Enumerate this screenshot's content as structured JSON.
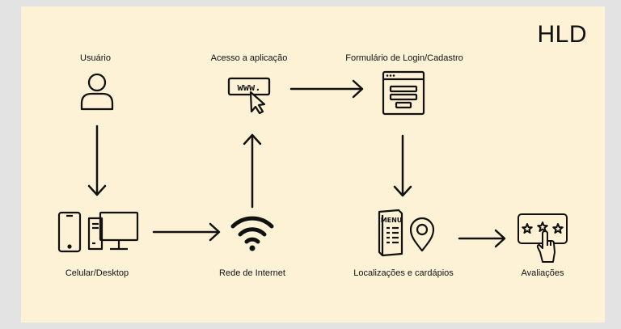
{
  "diagram": {
    "title": "HLD",
    "nodes": {
      "usuario": {
        "label": "Usuário",
        "icon": "user-icon"
      },
      "acesso": {
        "label": "Acesso a aplicação",
        "icon": "www-cursor-icon"
      },
      "formulario": {
        "label": "Formulário de Login/Cadastro",
        "icon": "web-form-icon"
      },
      "dispositivos": {
        "label": "Celular/Desktop",
        "icon": "phone-desktop-icon"
      },
      "rede": {
        "label": "Rede de Internet",
        "icon": "wifi-icon"
      },
      "localizacoes": {
        "label": "Localizações e cardápios",
        "icon": "menu-location-icon"
      },
      "avaliacoes": {
        "label": "Avaliações",
        "icon": "rating-stars-icon"
      }
    },
    "edges": [
      {
        "from": "Usuário",
        "to": "Celular/Desktop"
      },
      {
        "from": "Celular/Desktop",
        "to": "Rede de Internet"
      },
      {
        "from": "Rede de Internet",
        "to": "Acesso a aplicação"
      },
      {
        "from": "Acesso a aplicação",
        "to": "Formulário de Login/Cadastro"
      },
      {
        "from": "Formulário de Login/Cadastro",
        "to": "Localizações e cardápios"
      },
      {
        "from": "Localizações e cardápios",
        "to": "Avaliações"
      }
    ]
  }
}
